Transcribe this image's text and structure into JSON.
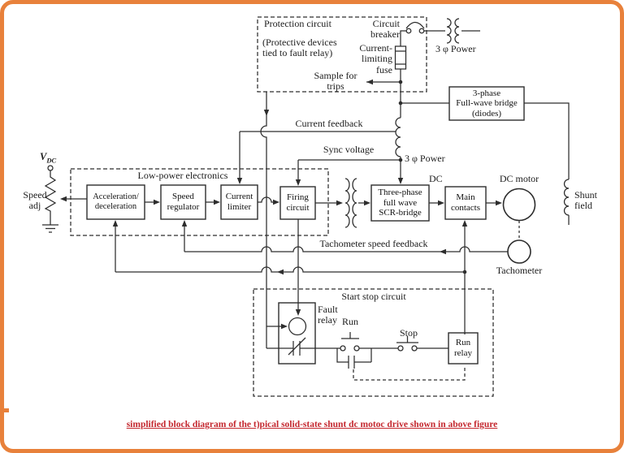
{
  "colors": {
    "border": "#e8813b",
    "line": "#2d2d2d",
    "caption_red": "#c4272e",
    "background": "#ffffff"
  },
  "labels": {
    "protection_title": "Protection circuit",
    "protection_note": "(Protective devices\ntied to fault relay)",
    "circuit_breaker": "Circuit\nbreaker",
    "current_limiting_fuse": "Current-\nlimiting\nfuse",
    "sample_for_trips": "Sample for\ntrips",
    "power_top": "3 φ Power",
    "power_mid": "3 φ Power",
    "current_feedback": "Current feedback",
    "sync_voltage": "Sync voltage",
    "low_power_title": "Low-power electronics",
    "dc": "DC",
    "dc_motor": "DC motor",
    "shunt_field": "Shunt\nfield",
    "tachometer": "Tachometer",
    "tach_feedback": "Tachometer speed feedback",
    "vdc_v": "V",
    "vdc_sub": "DC",
    "speed_adj": "Speed\nadj",
    "start_stop_title": "Start stop circuit",
    "fault_relay": "Fault\nrelay",
    "run": "Run",
    "stop": "Stop"
  },
  "boxes": {
    "diode_bridge": "3-phase\nFull-wave bridge\n(diodes)",
    "accel": "Acceleration/\ndeceleration",
    "speed_regulator": "Speed\nregulator",
    "current_limiter": "Current\nlimiter",
    "firing_circuit": "Firing\ncircuit",
    "scr_bridge": "Three-phase\nfull wave\nSCR-bridge",
    "main_contacts": "Main\ncontacts",
    "run_relay": "Run\nrelay"
  },
  "caption": "simplified block diagram of the t)pical solid-state shunt dc motoc drive shown in above figure"
}
